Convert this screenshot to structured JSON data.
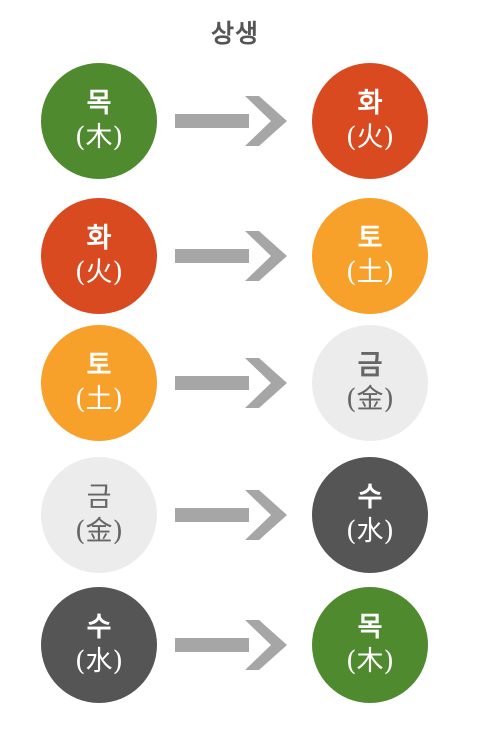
{
  "title": "상생",
  "rows": [
    {
      "from": {
        "name": "목",
        "hanja": "(木)",
        "color": "#4f8a2e",
        "text": "#ffffff"
      },
      "to": {
        "name": "화",
        "hanja": "(火)",
        "color": "#d94a20",
        "text": "#ffffff"
      }
    },
    {
      "from": {
        "name": "화",
        "hanja": "(火)",
        "color": "#d94a20",
        "text": "#ffffff"
      },
      "to": {
        "name": "토",
        "hanja": "(土)",
        "color": "#f7a02a",
        "text": "#ffffff"
      }
    },
    {
      "from": {
        "name": "토",
        "hanja": "(土)",
        "color": "#f7a02a",
        "text": "#ffffff"
      },
      "to": {
        "name": "금",
        "hanja": "(金)",
        "color": "#ececec",
        "text": "#666666"
      }
    },
    {
      "from": {
        "name": "금",
        "hanja": "(金)",
        "color": "#ececec",
        "text": "#666666"
      },
      "to": {
        "name": "수",
        "hanja": "(水)",
        "color": "#555555",
        "text": "#ffffff"
      }
    },
    {
      "from": {
        "name": "수",
        "hanja": "(水)",
        "color": "#555555",
        "text": "#ffffff"
      },
      "to": {
        "name": "목",
        "hanja": "(木)",
        "color": "#4f8a2e",
        "text": "#ffffff"
      }
    }
  ],
  "arrow_color": "#a6a6a6"
}
